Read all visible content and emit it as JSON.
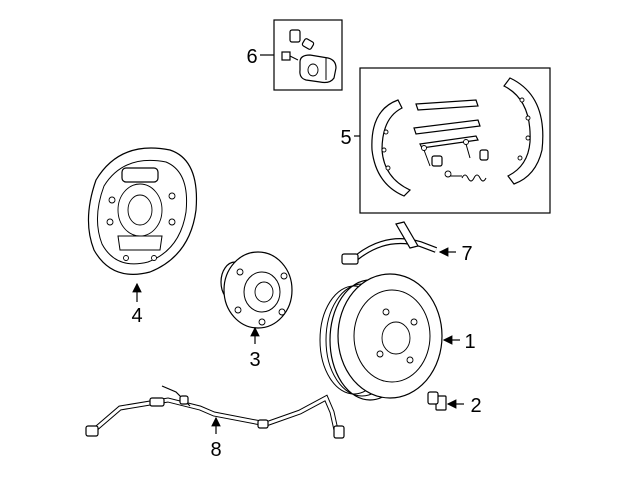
{
  "callouts": [
    {
      "id": "drum",
      "number": "1"
    },
    {
      "id": "bolt",
      "number": "2"
    },
    {
      "id": "hub",
      "number": "3"
    },
    {
      "id": "backing-plate",
      "number": "4"
    },
    {
      "id": "shoe-kit",
      "number": "5"
    },
    {
      "id": "wheel-cylinder",
      "number": "6"
    },
    {
      "id": "brake-hose",
      "number": "7"
    },
    {
      "id": "abs-sensor",
      "number": "8"
    }
  ]
}
